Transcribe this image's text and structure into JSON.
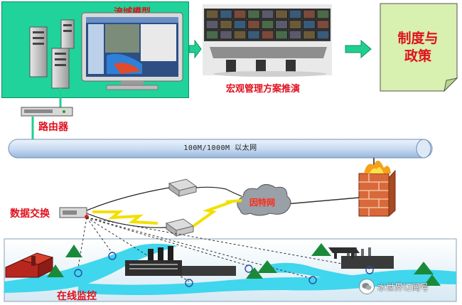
{
  "labels": {
    "basin_model": "流域模型",
    "macro_scheme": "宏观管理方案推演",
    "policy": [
      "制度与",
      "政策"
    ],
    "router": "路由器",
    "ethernet": "100M/1000M 以太网",
    "data_switch": "数据交换",
    "internet": "因特网",
    "online_monitor": "在线监控"
  },
  "watermark": "水世界订阅号",
  "icons": [
    "server-icon",
    "monitor-icon",
    "router-icon",
    "switch-icon",
    "cloud-icon",
    "firewall-icon",
    "sensor-icon",
    "factory-icon",
    "tree-icon",
    "wechat-icon"
  ],
  "colors": {
    "panel_green": "#1fd39a",
    "label_red": "#e0101c",
    "policy_note": "#d8f0b0",
    "river": "#3fd6ee",
    "bus": "#c9dcf2",
    "link_yellow": "#f2e000",
    "arrow_green": "#1fcf90"
  }
}
